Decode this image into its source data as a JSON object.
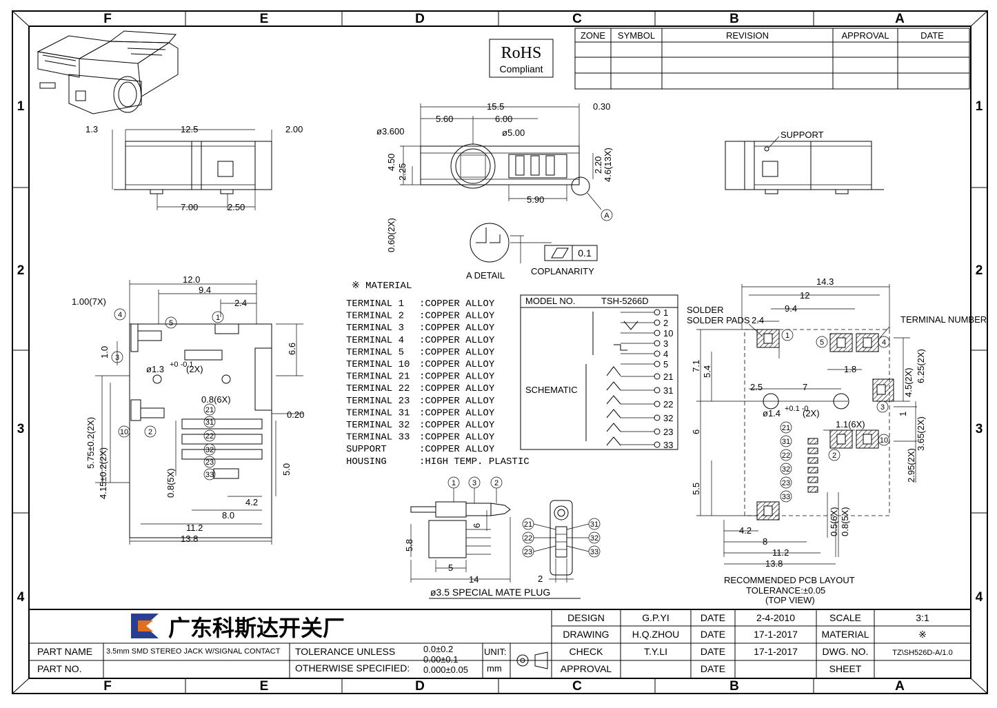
{
  "border": {
    "cols": [
      "F",
      "E",
      "D",
      "C",
      "B",
      "A"
    ],
    "rows": [
      "1",
      "2",
      "3",
      "4"
    ]
  },
  "rohs": {
    "line1": "RoHS",
    "line2": "Compliant"
  },
  "revision_table": {
    "headers": [
      "ZONE",
      "SYMBOL",
      "REVISION",
      "APPROVAL",
      "DATE"
    ]
  },
  "top_views": {
    "left": {
      "d1": "1.3",
      "d2": "12.5",
      "d3": "2.00",
      "d4": "7.00",
      "d5": "2.50"
    },
    "front": {
      "d1": "15.5",
      "d2": "0.30",
      "d3": "5.60",
      "d4": "6.00",
      "d5": "ø3.600",
      "d6": "ø5.00",
      "d7": "4.50",
      "d8": "2.25",
      "d9": "2.20",
      "d10": "4.6(13X)",
      "d11": "5.90",
      "d12": "0.60(2X)",
      "callout": "A"
    },
    "right": {
      "support": "SUPPORT"
    }
  },
  "detail": {
    "title": "A DETAIL",
    "coplanarity": "COPLANARITY",
    "tol": "0.1"
  },
  "material": {
    "title": "※ MATERIAL",
    "rows": [
      {
        "name": "TERMINAL 1",
        "value": ":COPPER ALLOY"
      },
      {
        "name": "TERMINAL 2",
        "value": ":COPPER ALLOY"
      },
      {
        "name": "TERMINAL 3",
        "value": ":COPPER ALLOY"
      },
      {
        "name": "TERMINAL 4",
        "value": ":COPPER ALLOY"
      },
      {
        "name": "TERMINAL 5",
        "value": ":COPPER ALLOY"
      },
      {
        "name": "TERMINAL 10",
        "value": ":COPPER ALLOY"
      },
      {
        "name": "TERMINAL 21",
        "value": ":COPPER ALLOY"
      },
      {
        "name": "TERMINAL 22",
        "value": ":COPPER ALLOY"
      },
      {
        "name": "TERMINAL 23",
        "value": ":COPPER ALLOY"
      },
      {
        "name": "TERMINAL 31",
        "value": ":COPPER ALLOY"
      },
      {
        "name": "TERMINAL 32",
        "value": ":COPPER ALLOY"
      },
      {
        "name": "TERMINAL 33",
        "value": ":COPPER ALLOY"
      },
      {
        "name": "SUPPORT",
        "value": ":COPPER ALLOY"
      },
      {
        "name": "HOUSING",
        "value": ":HIGH TEMP. PLASTIC"
      }
    ]
  },
  "schematic": {
    "model_label": "MODEL NO.",
    "model": "TSH-5266D",
    "label": "SCHEMATIC",
    "pins": [
      "1",
      "2",
      "10",
      "3",
      "4",
      "5",
      "21",
      "31",
      "22",
      "32",
      "23",
      "33"
    ]
  },
  "bottom_view": {
    "d1": "12.0",
    "d2": "9.4",
    "d3": "2.4",
    "d4": "1.00(7X)",
    "d5": "6.6",
    "d6": "1.0",
    "d7": "ø1.3",
    "d7tol": "+0 -0.1",
    "d7n": "(2X)",
    "d8": "0.8(6X)",
    "d9": "0.20",
    "d10": "5.75±0.2(2X)",
    "d11": "4.15±0.2(2X)",
    "d12": "5.0",
    "d13": "0.8(5X)",
    "d14": "4.2",
    "d15": "8.0",
    "d16": "11.2",
    "d17": "13.8",
    "pins": [
      "4",
      "5",
      "1",
      "3",
      "10",
      "2",
      "21",
      "31",
      "22",
      "32",
      "23",
      "33"
    ]
  },
  "plug": {
    "title": "ø3.5 SPECIAL MATE PLUG",
    "d1": "5.8",
    "d2": "6",
    "d3": "5",
    "d4": "14",
    "d5": "2",
    "pins": [
      "1",
      "3",
      "2"
    ],
    "pins2": [
      "21",
      "22",
      "23",
      "31",
      "32",
      "33"
    ]
  },
  "pcb": {
    "title": "RECOMMENDED PCB LAYOUT",
    "tol": "TOLERANCE:±0.05",
    "view": "(TOP VIEW)",
    "solder": "SOLDER PADS",
    "terminal": "TERMINAL NUMBER",
    "d1": "14.3",
    "d2": "12",
    "d3": "9.4",
    "d4": "2.4",
    "d5": "7.1",
    "d6": "5.4",
    "d7": "2.5",
    "d8": "7",
    "d9": "1.8",
    "d10": "4.5(2X)",
    "d11": "6.25(2X)",
    "d12": "ø1.4",
    "d12tol": "+0.1 -0",
    "d12n": "(2X)",
    "d13": "1.1(6X)",
    "d14": "1",
    "d15": "6",
    "d16": "5.5",
    "d17": "3.65(2X)",
    "d18": "2.95(2X)",
    "d19": "4.2",
    "d20": "8",
    "d21": "11.2",
    "d22": "13.8",
    "d23": "0.5(6X)",
    "d24": "0.8(5X)",
    "pins": [
      "1",
      "5",
      "4",
      "3",
      "10",
      "2",
      "21",
      "31",
      "22",
      "32",
      "23",
      "33"
    ]
  },
  "title_block": {
    "company": "广东科斯达开关厂",
    "part_name_label": "PART NAME",
    "part_name": "3.5mm SMD STEREO JACK W/SIGNAL CONTACT",
    "part_no_label": "PART NO.",
    "tol_label1": "TOLERANCE UNLESS",
    "tol_label2": "OTHERWISE SPECIFIED:",
    "tol1": "0.0±0.2",
    "tol2": "0.00±0.1",
    "tol3": "0.000±0.05",
    "unit_label": "UNIT:",
    "unit": "mm",
    "rows": [
      {
        "label": "DESIGN",
        "name": "G.P.YI",
        "date_label": "DATE",
        "date": "2-4-2010",
        "k": "SCALE",
        "v": "3:1"
      },
      {
        "label": "DRAWING",
        "name": "H.Q.ZHOU",
        "date_label": "DATE",
        "date": "17-1-2017",
        "k": "MATERIAL",
        "v": "※"
      },
      {
        "label": "CHECK",
        "name": "T.Y.LI",
        "date_label": "DATE",
        "date": "17-1-2017",
        "k": "DWG. NO.",
        "v": "TZ\\SH526D-A/1.0"
      },
      {
        "label": "APPROVAL",
        "name": "",
        "date_label": "DATE",
        "date": "",
        "k": "SHEET",
        "v": ""
      }
    ]
  },
  "colors": {
    "ink": "#000000",
    "logo_blue": "#2a3f8f",
    "logo_orange": "#e0701f"
  }
}
